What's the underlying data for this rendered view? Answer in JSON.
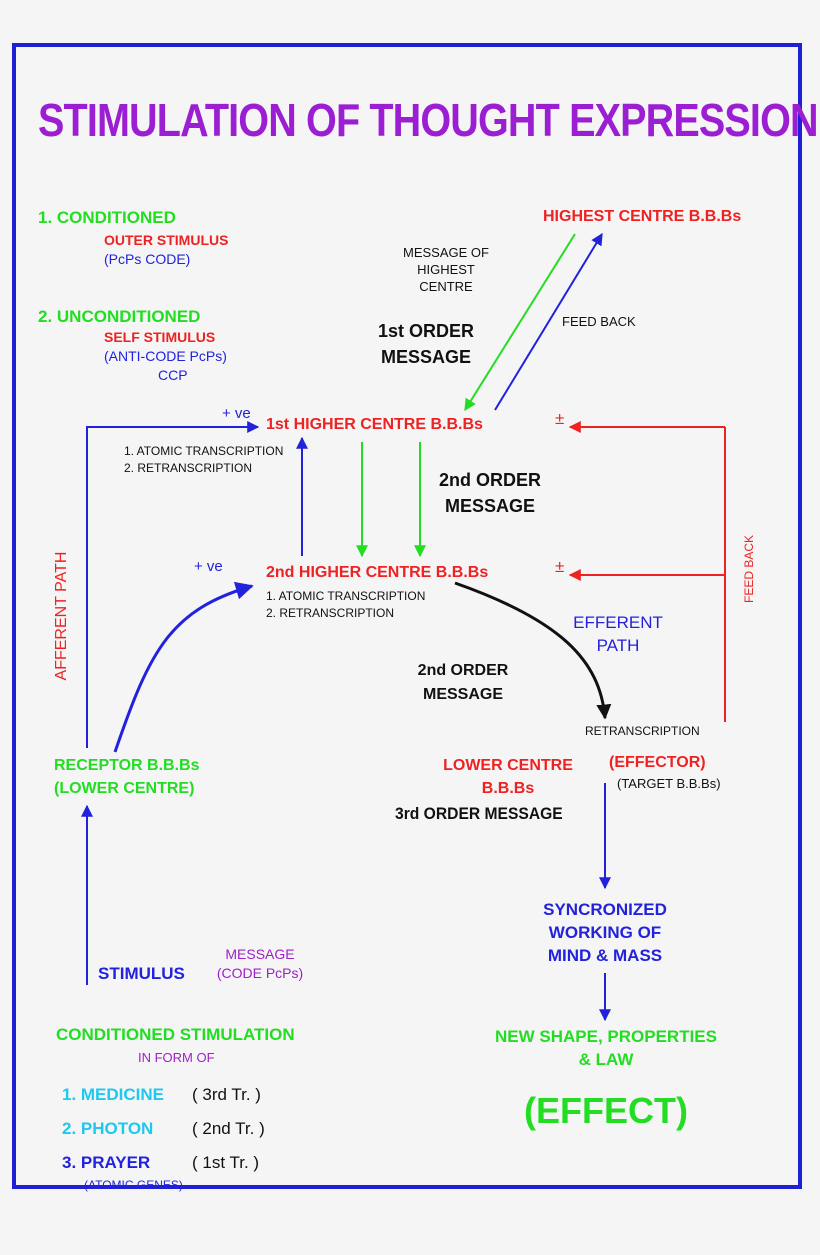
{
  "title": "STIMULATION OF THOUGHT EXPRESSION",
  "left_top": {
    "conditioned": "1. CONDITIONED",
    "outer_stimulus": "OUTER STIMULUS",
    "pcps_code": "(PcPs CODE)",
    "unconditioned": "2. UNCONDITIONED",
    "self_stimulus": "SELF STIMULUS",
    "anti_code": "(ANTI-CODE PcPs)",
    "ccp": "CCP"
  },
  "highest_centre": "HIGHEST CENTRE B.B.Bs",
  "message_of_highest_centre": [
    "MESSAGE OF",
    "HIGHEST",
    "CENTRE"
  ],
  "feed_back_top": "FEED BACK",
  "first_order_message": [
    "1st ORDER",
    "MESSAGE"
  ],
  "first_higher_centre": "1st HIGHER CENTRE B.B.Bs",
  "plus_ve": "+ ve",
  "plus_minus": "±",
  "transcription_1": [
    "1. ATOMIC TRANSCRIPTION",
    "2. RETRANSCRIPTION"
  ],
  "second_order_message_1": [
    "2nd ORDER",
    "MESSAGE"
  ],
  "second_higher_centre": "2nd HIGHER CENTRE B.B.Bs",
  "transcription_2": [
    "1. ATOMIC TRANSCRIPTION",
    "2. RETRANSCRIPTION"
  ],
  "efferent_path": [
    "EFFERENT",
    "PATH"
  ],
  "feed_back_right": "FEED BACK",
  "afferent_path": "AFFERENT PATH",
  "second_order_message_2": [
    "2nd ORDER",
    "MESSAGE"
  ],
  "retranscription": "RETRANSCRIPTION",
  "receptor": [
    "RECEPTOR B.B.Bs",
    "(LOWER CENTRE)"
  ],
  "lower_centre": [
    "LOWER CENTRE",
    "B.B.Bs"
  ],
  "effector": "(EFFECTOR)",
  "target": "(TARGET B.B.Bs)",
  "third_order_message": "3rd ORDER MESSAGE",
  "synchronized": [
    "SYNCRONIZED",
    "WORKING OF",
    "MIND & MASS"
  ],
  "stimulus": "STIMULUS",
  "message_code": [
    "MESSAGE",
    "(CODE PcPs)"
  ],
  "conditioned_stimulation": "CONDITIONED STIMULATION",
  "in_form_of": "IN FORM OF",
  "forms": [
    {
      "name": "1. MEDICINE",
      "tr": "( 3rd Tr. )"
    },
    {
      "name": "2. PHOTON",
      "tr": "( 2nd Tr. )"
    },
    {
      "name": "3. PRAYER",
      "tr": "( 1st Tr. )"
    }
  ],
  "atomic_genes": "(ATOMIC GENES)",
  "new_shape": [
    "NEW SHAPE, PROPERTIES",
    "& LAW"
  ],
  "effect": "(EFFECT)",
  "colors": {
    "border": "#1f1fd6",
    "title": "#9b1ed2",
    "green": "#22dd22",
    "red": "#ee2222",
    "blue": "#2222dd",
    "purple": "#a020c8",
    "cyan": "#1ec8f0",
    "black": "#111111"
  }
}
